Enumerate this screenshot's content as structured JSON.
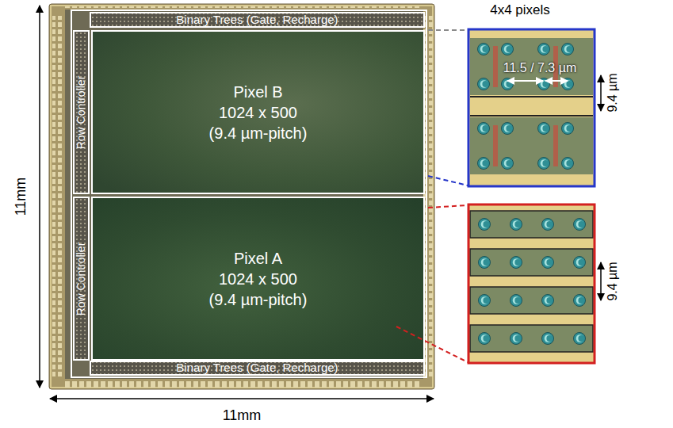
{
  "diagram": {
    "nodes": [
      {
        "text": [
          "Binary Trees (Gate, Recharge)"
        ]
      },
      {
        "text": [
          "Row Controller"
        ]
      },
      {
        "text": [
          "Pixel B",
          "1024 x 500",
          "(9.4 µm-pitch)"
        ]
      },
      {
        "text": [
          "Row Controller"
        ]
      },
      {
        "text": [
          "Pixel A",
          "1024 x 500",
          "(9.4 µm-pitch)"
        ]
      },
      {
        "text": [
          "Binary Trees (Gate, Recharge)"
        ]
      }
    ],
    "labels": [
      "11mm",
      "11mm",
      "4x4 pixels",
      "11.5 / 7.3 µm",
      "9.4 µm",
      "9.4 µm"
    ]
  }
}
